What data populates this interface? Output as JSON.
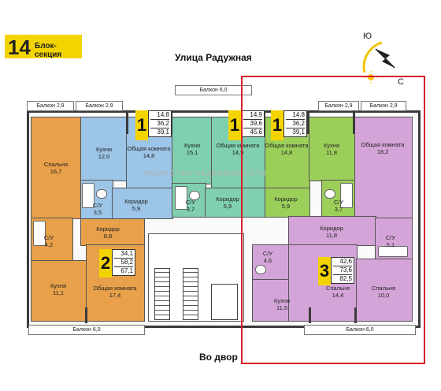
{
  "header": {
    "section_number": "14",
    "section_label": "Блок-секция"
  },
  "streets": {
    "top": "Улица Радужная",
    "bottom": "Во двор"
  },
  "compass": {
    "north": "Ю",
    "south": "С"
  },
  "watermark": "АГЕНТСТВО НЕДВИЖИМОСТИ",
  "balconies": {
    "top_left_a": "Балкон 2,9",
    "top_left_b": "Балкон 2,9",
    "top_center": "Балкон 6,0",
    "top_right_a": "Балкон 2,9",
    "top_right_b": "Балкон 2,9",
    "bottom_left": "Балкон 6,0",
    "bottom_right": "Балкон 6,0"
  },
  "apartments": {
    "a1": {
      "rooms": "1",
      "areas": [
        "14,8",
        "36,2",
        "39,1"
      ]
    },
    "a2": {
      "rooms": "1",
      "areas": [
        "14,9",
        "39,6",
        "45,6"
      ]
    },
    "a3": {
      "rooms": "1",
      "areas": [
        "14,8",
        "36,2",
        "39,1"
      ]
    },
    "a4": {
      "rooms": "2",
      "areas": [
        "34,1",
        "58,2",
        "67,1"
      ]
    },
    "a5": {
      "rooms": "3",
      "areas": [
        "42,6",
        "73,6",
        "82,5"
      ]
    }
  },
  "rooms": {
    "bedroom_left": "Спальня\n16,7",
    "kitchen_blue": "Кухня\n12,0",
    "common_blue": "Общая комната\n14,8",
    "kitchen_teal": "Кухня\n15,1",
    "common_teal": "Общая комната\n14,9",
    "common_green": "Общая комната\n14,8",
    "kitchen_green": "Кухня\n11,8",
    "common_violet": "Общая комната\n18,2",
    "su_blue": "С/У\n3,5",
    "corridor_blue": "Коридор\n5,9",
    "su_teal": "С/У\n3,7",
    "corridor_teal": "Коридор\n5,9",
    "corridor_green": "Коридор\n5,9",
    "su_green": "С/У\n3,7",
    "corridor_orange": "Коридор\n8,8",
    "su_orange": "С/У\n4,2",
    "kitchen_orange": "Кухня\n11,1",
    "common_orange": "Общая комната\n17,4",
    "corridor_violet": "Коридор\n11,8",
    "su_violet_right": "С/У\n5,1",
    "su_violet_left": "С/У\n4,6",
    "kitchen_violet": "Кухня\n11,5",
    "bedroom_violet_mid": "Спальня\n14,4",
    "bedroom_violet_right": "Спальня\n10,0"
  },
  "colors": {
    "orange": "#e8a04a",
    "blue": "#9cc5e8",
    "teal": "#7fcfb0",
    "green": "#9ccf5a",
    "violet": "#d4a4d8",
    "badge": "#f3d400",
    "highlight": "#d6202a"
  }
}
